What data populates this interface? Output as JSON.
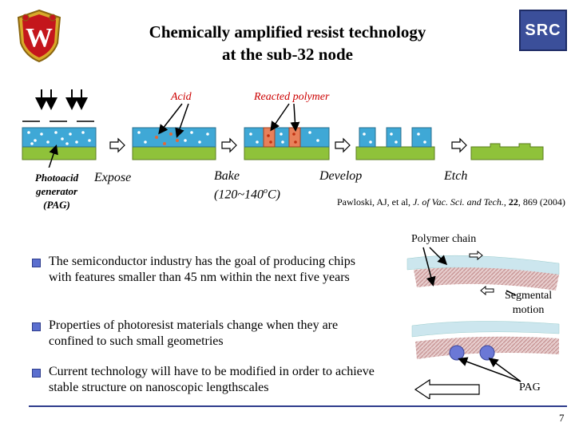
{
  "title": {
    "line1": "Chemically amplified resist technology",
    "line2": "at the sub-32 node"
  },
  "logos": {
    "left_icon": "university-crest-icon",
    "right_text": "SRC"
  },
  "process": {
    "acid_label": "Acid",
    "reacted_label": "Reacted polymer",
    "pag_label": [
      "Photoacid",
      "generator",
      "(PAG)"
    ],
    "stages": [
      "Expose",
      "Bake",
      "Develop",
      "Etch"
    ],
    "bake_temp": "(120~140",
    "bake_temp_unit": "o",
    "bake_temp_end": "C)"
  },
  "citation": {
    "authors": "Pawloski, AJ, et al, ",
    "journal": "J. of Vac. Sci. and Tech.",
    "sep": ", ",
    "volume": "22",
    "rest": ", 869 (2004)"
  },
  "bullets": [
    "The semiconductor industry has the goal of producing chips with features smaller than 45 nm within the next five years",
    "Properties of photoresist materials change when they are confined to such small geometries",
    "Current technology will have to be modified in order to achieve stable structure on nanoscopic lengthscales"
  ],
  "diagram": {
    "polymer_chain": "Polymer chain",
    "segmental": [
      "Segmental",
      "motion"
    ],
    "pag": "PAG"
  },
  "slide_number": "7",
  "colors": {
    "substrate": "#8fc23a",
    "resist": "#3fa8d6",
    "reacted": "#e8805a",
    "acid_label": "#cc0000",
    "bullet": "#5b6fcf",
    "rule": "#2e3c8c"
  }
}
